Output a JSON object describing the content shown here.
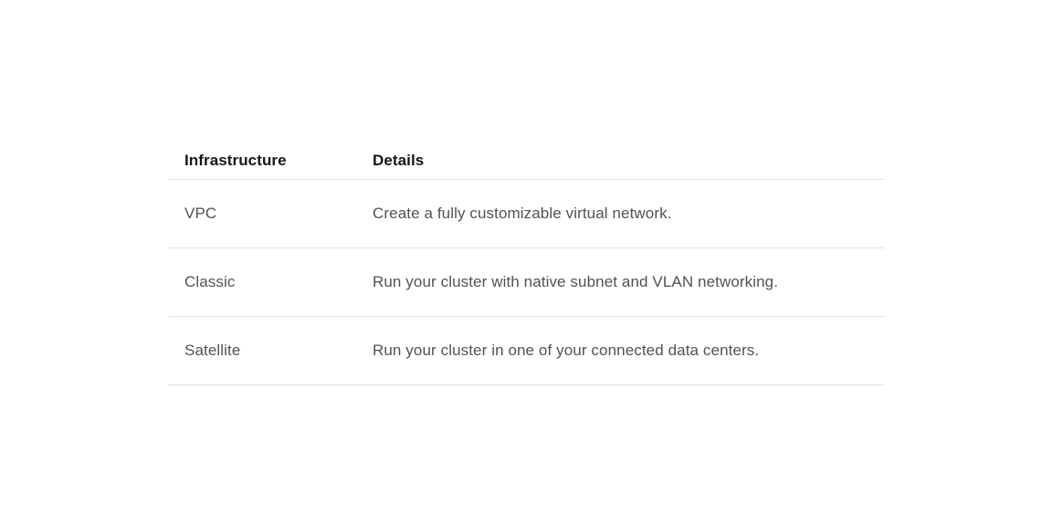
{
  "table": {
    "name": "infrastructure-options-table",
    "columns": [
      {
        "key": "infrastructure",
        "label": "Infrastructure"
      },
      {
        "key": "details",
        "label": "Details"
      }
    ],
    "rows": [
      {
        "infrastructure": "VPC",
        "details": "Create a fully customizable virtual network."
      },
      {
        "infrastructure": "Classic",
        "details": "Run your cluster with native subnet and VLAN networking."
      },
      {
        "infrastructure": "Satellite",
        "details": "Run your cluster in one of your connected data centers."
      }
    ]
  },
  "colors": {
    "page_background": "#ffffff",
    "header_text": "#161616",
    "body_text": "#525252",
    "divider": "#e0e0e0"
  }
}
